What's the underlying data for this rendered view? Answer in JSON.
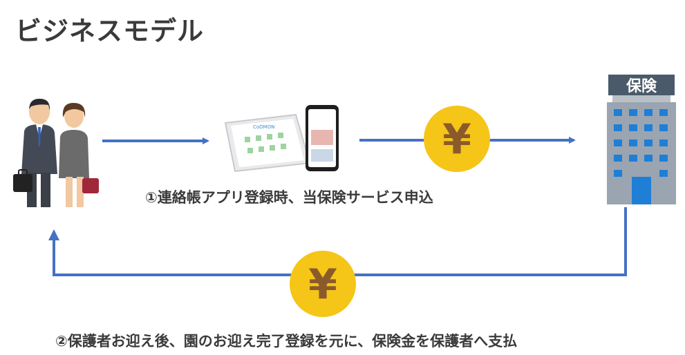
{
  "title": "ビジネスモデル",
  "steps": {
    "step1": "①連絡帳アプリ登録時、当保険サービス申込",
    "step2": "②保護者お迎え後、園のお迎え完了登録を元に、保険金を保護者へ支払"
  },
  "insurer": {
    "sign": "保険"
  },
  "app": {
    "logo_text": "CoDMON"
  },
  "money": {
    "symbol": "¥"
  },
  "colors": {
    "arrow": "#4472c4",
    "coin": "#f5c518",
    "yen": "#8b5a2b",
    "building": "#9aa5b1",
    "window": "#1f7ed6"
  }
}
